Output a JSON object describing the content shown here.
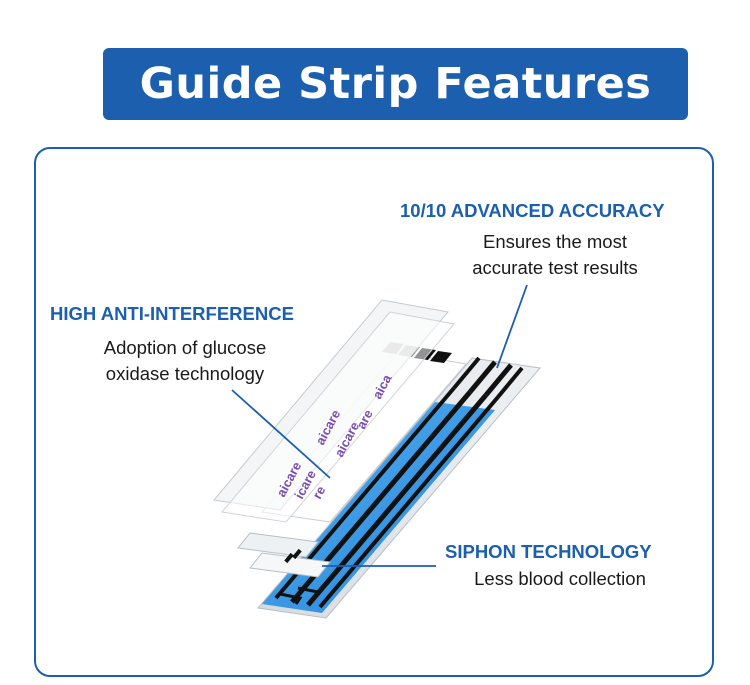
{
  "header": {
    "title": "Guide Strip Features"
  },
  "features": {
    "accuracy": {
      "title": "10/10 ADVANCED ACCURACY",
      "desc": [
        "Ensures the most",
        "accurate test results"
      ]
    },
    "interference": {
      "title": "HIGH ANTI-INTERFERENCE",
      "desc": [
        "Adoption of glucose",
        "oxidase technology"
      ]
    },
    "siphon": {
      "title": "SIPHON TECHNOLOGY",
      "desc": [
        "Less blood collection"
      ]
    }
  },
  "strip": {
    "brand_labels": [
      "aicare",
      "aicare",
      "aicare",
      "aica",
      "are",
      "icare",
      "re"
    ]
  },
  "colors": {
    "brand_blue": "#1b5fae",
    "strip_blue": "#2f8fe0",
    "label_purple": "#7a4fb0"
  }
}
